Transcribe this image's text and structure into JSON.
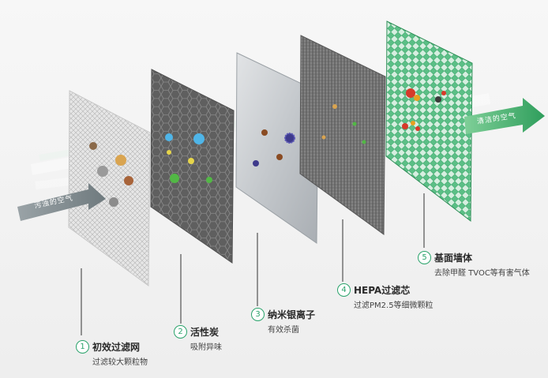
{
  "colors": {
    "accent": "#2aa36b",
    "dirty_arrow": "#8a9498",
    "clean_arrow": "#3cae6a"
  },
  "arrows": {
    "inflow": "污浊的空气",
    "outflow": "清洁的空气"
  },
  "layers": [
    {
      "number": "1",
      "title": "初效过滤网",
      "desc": "过滤较大颗粒物"
    },
    {
      "number": "2",
      "title": "活性炭",
      "desc": "吸附异味"
    },
    {
      "number": "3",
      "title": "纳米银离子",
      "desc": "有效杀菌"
    },
    {
      "number": "4",
      "title": "HEPA过滤芯",
      "desc": "过滤PM2.5等细微颗粒"
    },
    {
      "number": "5",
      "title": "基面墙体",
      "desc": "去除甲醛 TVOC等有害气体"
    }
  ]
}
